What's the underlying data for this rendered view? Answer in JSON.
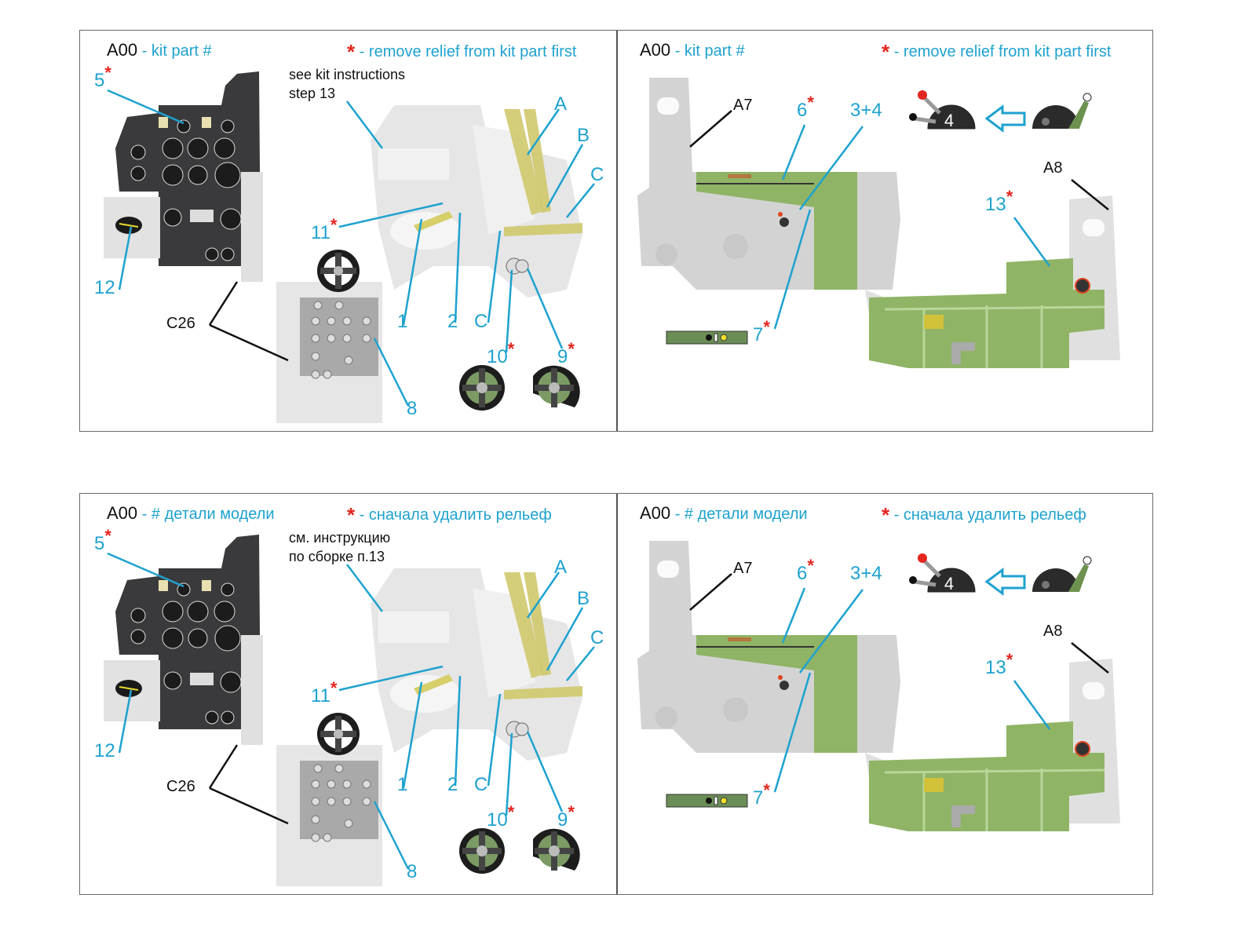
{
  "sheets": [
    {
      "language": "en",
      "left_panel": {
        "legend_code": "A00",
        "legend_text": "- kit part #",
        "relief_star": "*",
        "relief_text": "- remove relief from kit part first",
        "note_line1": "see kit instructions",
        "note_line2": "step 13",
        "callouts": {
          "p5": "5",
          "p12": "12",
          "p11": "11",
          "p1": "1",
          "p2": "2",
          "pC": "C",
          "p10": "10",
          "p9": "9",
          "p8": "8",
          "pA": "A",
          "pB": "B",
          "pC2": "C",
          "kit_c26": "C26"
        },
        "star": "*"
      },
      "right_panel": {
        "legend_code": "A00",
        "legend_text": "- kit part #",
        "relief_star": "*",
        "relief_text": "- remove relief from kit part first",
        "callouts": {
          "p6": "6",
          "p34": "3+4",
          "p7": "7",
          "p13": "13",
          "kit_a7": "A7",
          "kit_a8": "A8"
        },
        "throttle_number": "4",
        "star": "*"
      }
    },
    {
      "language": "ru",
      "left_panel": {
        "legend_code": "A00",
        "legend_text": "- # детали модели",
        "relief_star": "*",
        "relief_text": "- сначала удалить рельеф",
        "note_line1": "см. инструкцию",
        "note_line2": "по сборке п.13",
        "callouts": {
          "p5": "5",
          "p12": "12",
          "p11": "11",
          "p1": "1",
          "p2": "2",
          "pC": "C",
          "p10": "10",
          "p9": "9",
          "p8": "8",
          "pA": "A",
          "pB": "B",
          "pC2": "C",
          "kit_c26": "C26"
        },
        "star": "*"
      },
      "right_panel": {
        "legend_code": "A00",
        "legend_text": "- # детали модели",
        "relief_star": "*",
        "relief_text": "- сначала удалить рельеф",
        "callouts": {
          "p6": "6",
          "p34": "3+4",
          "p7": "7",
          "p13": "13",
          "kit_a7": "A7",
          "kit_a8": "A8"
        },
        "throttle_number": "4",
        "star": "*"
      }
    }
  ],
  "colors": {
    "callout_blue": "#1ea2cf",
    "star_red": "#e3261f",
    "panel_dark": "#3a3a3c",
    "interior_green": "#8fb465",
    "resin_grey": "#d6d6d6"
  }
}
